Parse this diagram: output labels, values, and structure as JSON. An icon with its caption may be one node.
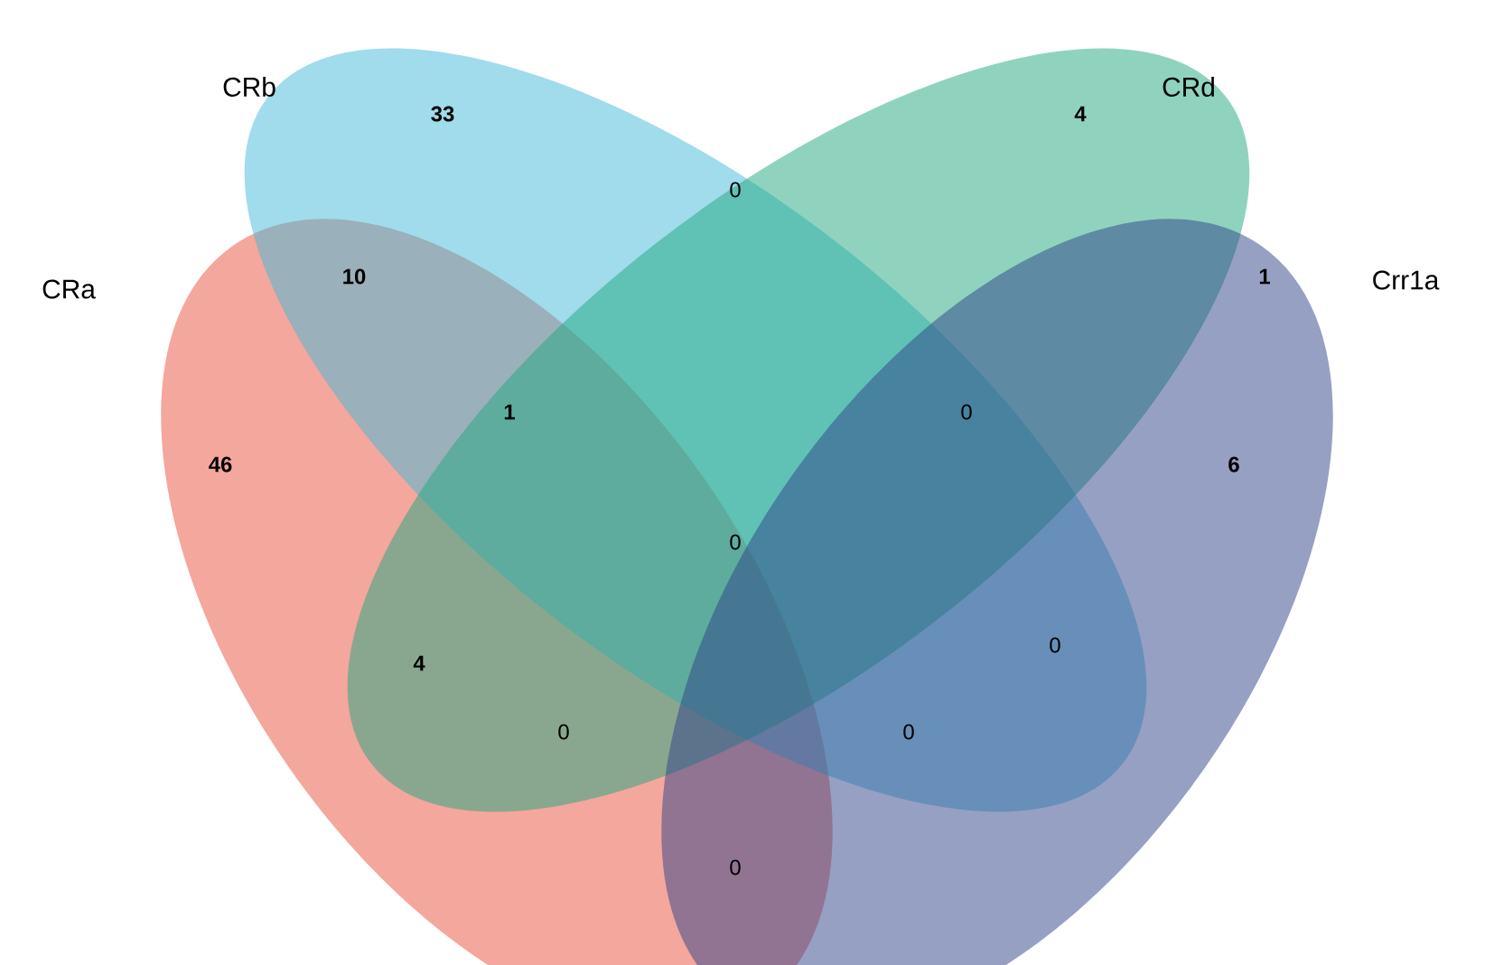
{
  "diagram": {
    "nodes": [
      {
        "text": [
          "CRa"
        ]
      },
      {
        "text": [
          "CRb"
        ]
      },
      {
        "text": [
          "CRd"
        ]
      },
      {
        "text": [
          "Crr1a"
        ]
      }
    ],
    "labels": [
      "33",
      "4",
      "0",
      "10",
      "1",
      "1",
      "0",
      "46",
      "6",
      "0",
      "4",
      "0",
      "0",
      "0",
      "0"
    ]
  }
}
